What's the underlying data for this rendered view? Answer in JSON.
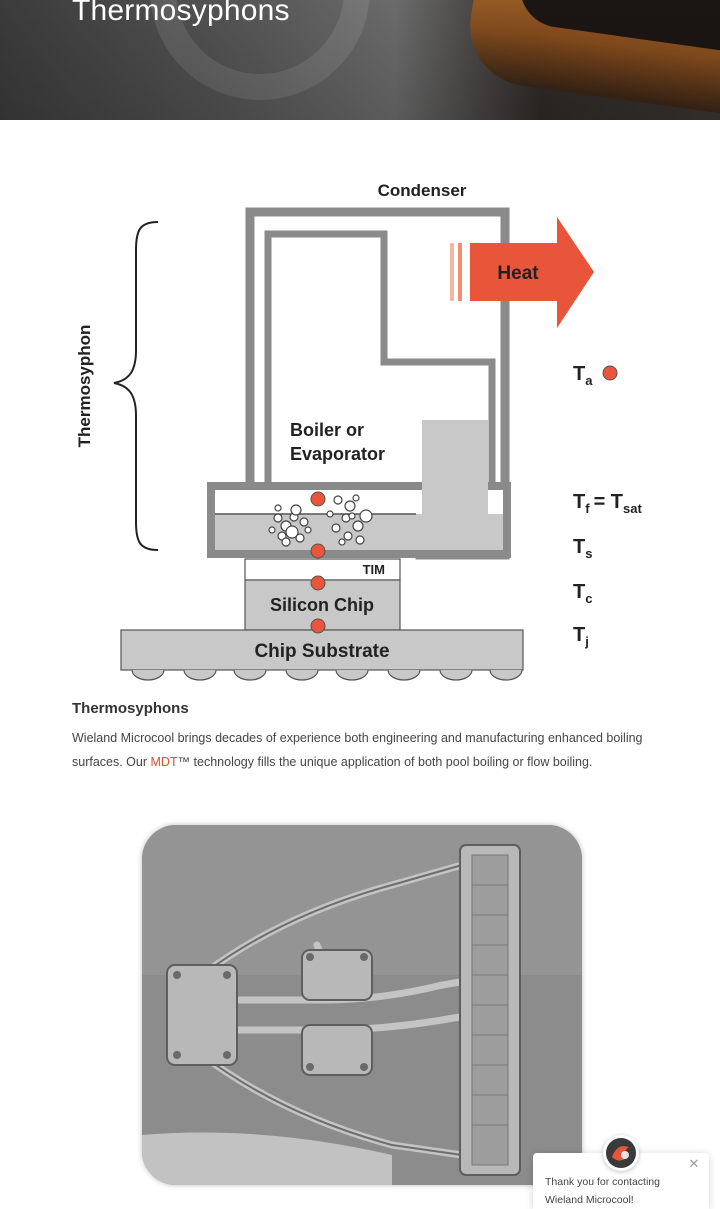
{
  "hero": {
    "title": "Thermosyphons"
  },
  "diagram": {
    "condenser_label": "Condenser",
    "heat_label": "Heat",
    "thermosyphon_label": "Thermosyphon",
    "boiler_label_line1": "Boiler or",
    "boiler_label_line2": "Evaporator",
    "tim_label": "TIM",
    "chip_label": "Silicon Chip",
    "substrate_label": "Chip Substrate",
    "temps": {
      "ta": {
        "main": "T",
        "sub": "a"
      },
      "tf": {
        "main": "T",
        "sub": "f",
        "eq": "= T",
        "sub2": "sat"
      },
      "ts": {
        "main": "T",
        "sub": "s"
      },
      "tc": {
        "main": "T",
        "sub": "c"
      },
      "tj": {
        "main": "T",
        "sub": "j"
      }
    },
    "colors": {
      "accent": "#e8553a",
      "pipe": "#8a8a8a",
      "fill": "#c8c8c8"
    }
  },
  "section": {
    "title": "Thermosyphons",
    "body_part1": "Wieland Microcool brings decades of experience both engineering and manufacturing enhanced boiling surfaces. Our ",
    "link_text": "MDT",
    "body_part2": "™ technology fills the unique application of both pool boiling or flow boiling."
  },
  "chat": {
    "message": "Thank you for contacting Wieland Microcool!",
    "close_icon": "close-icon"
  }
}
